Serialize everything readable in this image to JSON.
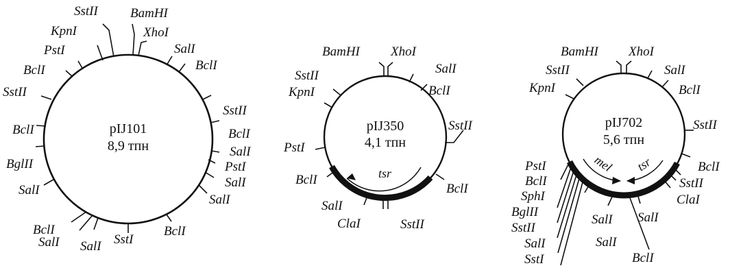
{
  "plasmids": [
    {
      "name": "pIJ101",
      "size": "8,9 тпн",
      "sites": [
        "BamHI",
        "XhoI",
        "SalI",
        "BclI",
        "SstII",
        "BclI",
        "SalI",
        "PstI",
        "SalI",
        "SalI",
        "BclI",
        "SstI",
        "SalI",
        "SalI",
        "BclI",
        "SalI",
        "BglII",
        "BclI",
        "SstII",
        "BclI",
        "PstI",
        "KpnI",
        "SstII"
      ]
    },
    {
      "name": "pIJ350",
      "size": "4,1 тпн",
      "sites": [
        "BamHI",
        "XhoI",
        "SalI",
        "BclI",
        "SstII",
        "BclI",
        "SstII",
        "ClaI",
        "SalI",
        "BclI",
        "PstI",
        "KpnI",
        "SstII"
      ],
      "genes": [
        "tsr"
      ]
    },
    {
      "name": "pIJ702",
      "size": "5,6 тпн",
      "sites": [
        "BamHI",
        "XhoI",
        "SalI",
        "BclI",
        "SstII",
        "BclI",
        "SstII",
        "ClaI",
        "SalI",
        "BclI",
        "SalI",
        "SalI",
        "SstI",
        "SalI",
        "SstII",
        "BglII",
        "SphI",
        "BclI",
        "PstI",
        "KpnI",
        "SstII"
      ],
      "genes": [
        "mel",
        "tsr"
      ]
    }
  ],
  "colors": {
    "ink": "#111111",
    "background": "#ffffff"
  }
}
